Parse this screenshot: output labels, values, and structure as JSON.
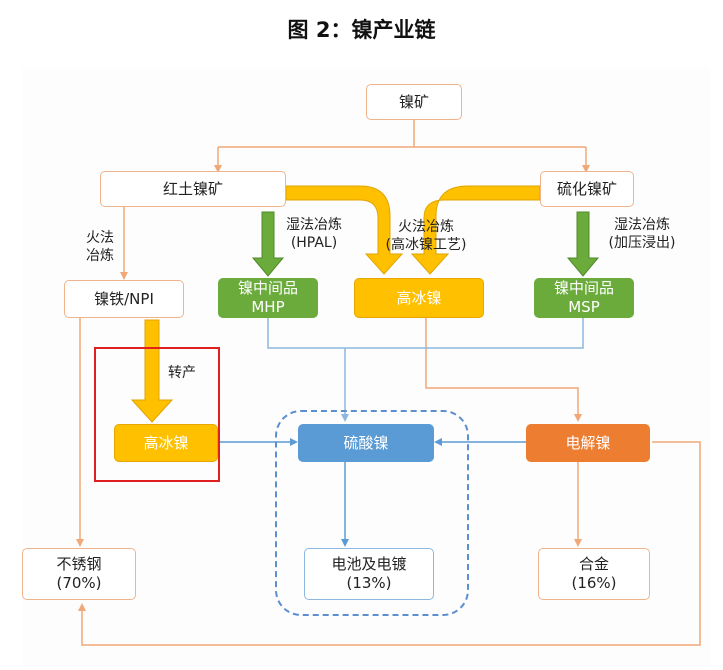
{
  "title": "图 2：镍产业链",
  "nodes": {
    "nickel_ore": "镍矿",
    "laterite": "红土镍矿",
    "sulfide": "硫化镍矿",
    "npi": "镍铁/NPI",
    "mhp_line1": "镍中间品",
    "mhp_line2": "MHP",
    "matte_top": "高冰镍",
    "msp_line1": "镍中间品",
    "msp_line2": "MSP",
    "matte_bottom": "高冰镍",
    "nickel_sulfate": "硫酸镍",
    "electrolytic": "电解镍",
    "stainless_line1": "不锈钢",
    "stainless_line2": "(70%)",
    "battery_line1": "电池及电镀",
    "battery_line2": "(13%)",
    "alloy_line1": "合金",
    "alloy_line2": "(16%)"
  },
  "labels": {
    "fire_smelt_left_1": "火法",
    "fire_smelt_left_2": "冶炼",
    "hpal_1": "湿法冶炼",
    "hpal_2": "(HPAL)",
    "fire_matte_1": "火法冶炼",
    "fire_matte_2": "(高冰镍工艺)",
    "pressure_1": "湿法冶炼",
    "pressure_2": "(加压浸出)",
    "convert": "转产"
  },
  "colors": {
    "orange_line": "#f0a878",
    "blue_line": "#8cb8e0",
    "green": "#6aab3b",
    "yellow": "#ffc000",
    "blue": "#5b9bd5",
    "orange": "#ed7d31",
    "highlight_red": "#e02020"
  }
}
